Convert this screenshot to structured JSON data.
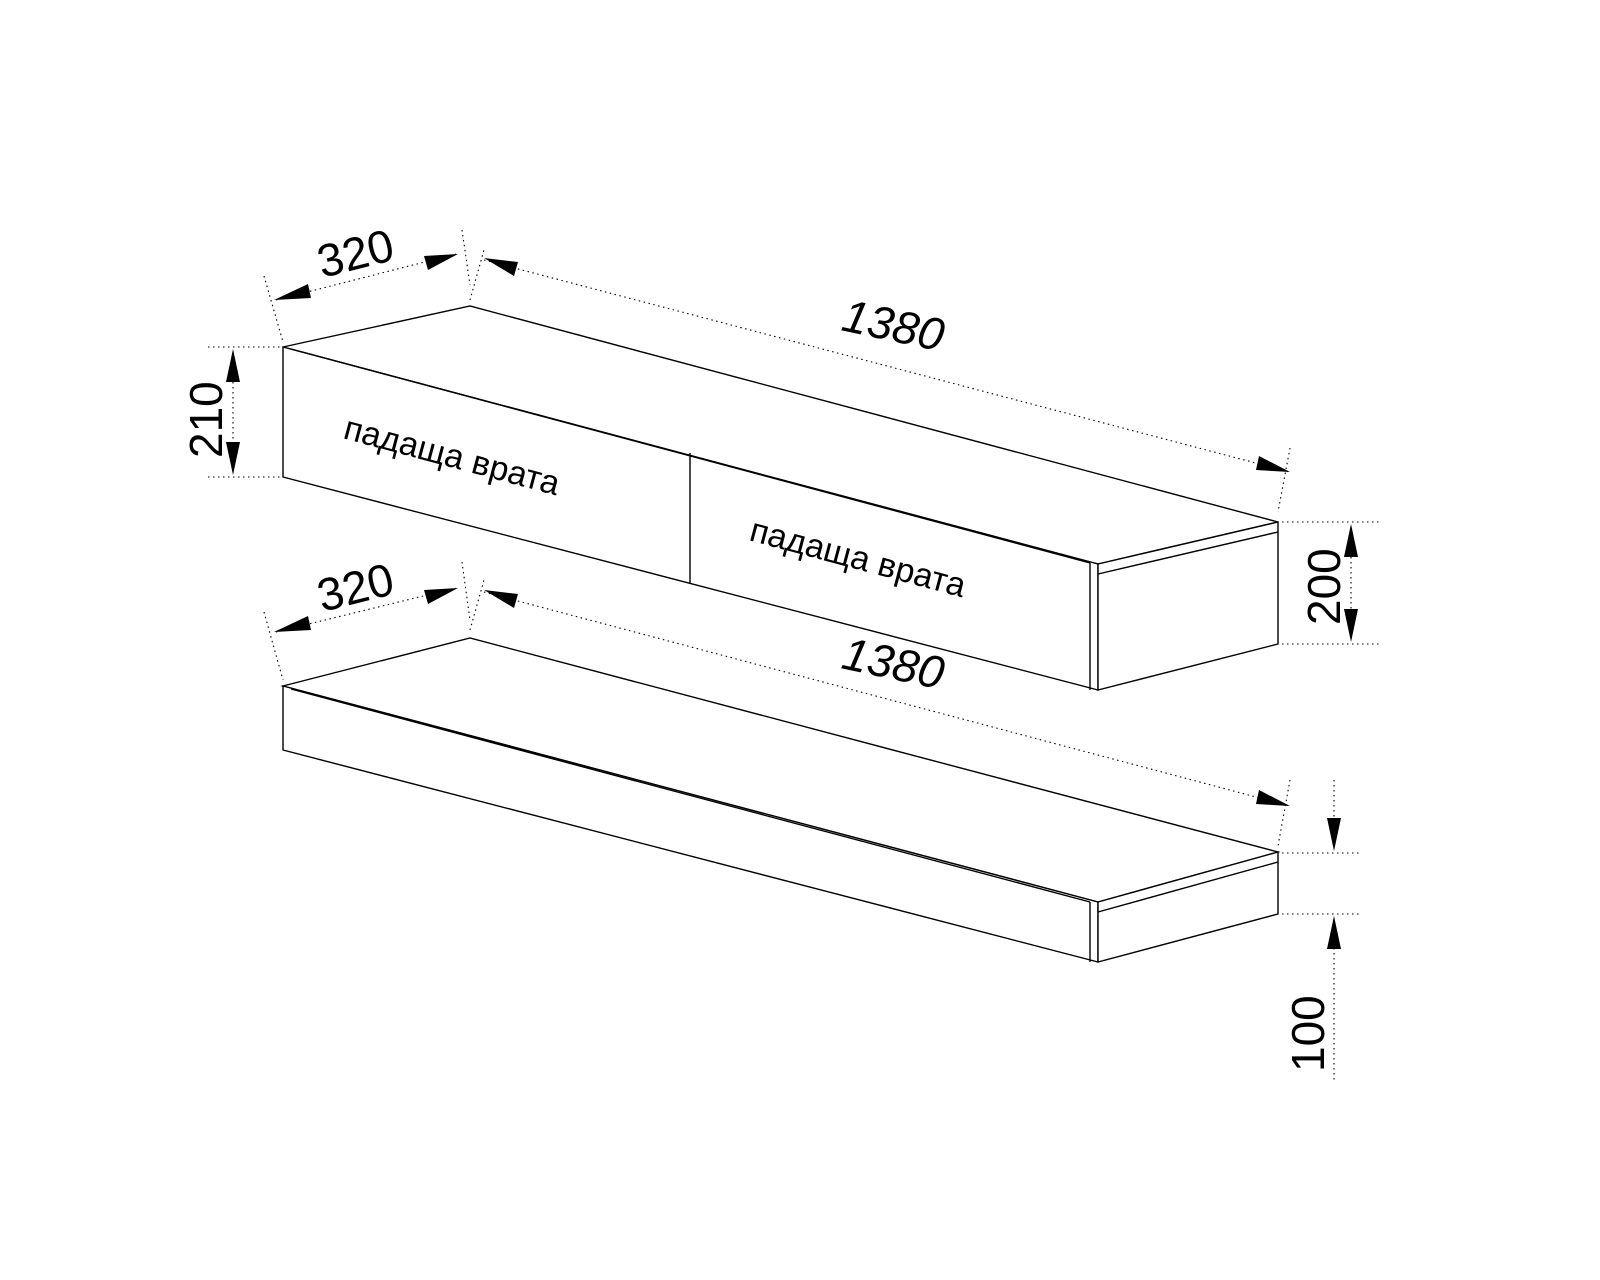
{
  "upper_unit": {
    "depth_dim": "320",
    "length_dim": "1380",
    "height_dim_left": "210",
    "height_dim_right": "200",
    "door_left_label": "падаща врата",
    "door_right_label": "падаща врата"
  },
  "lower_unit": {
    "depth_dim": "320",
    "length_dim": "1380",
    "height_dim": "100"
  }
}
